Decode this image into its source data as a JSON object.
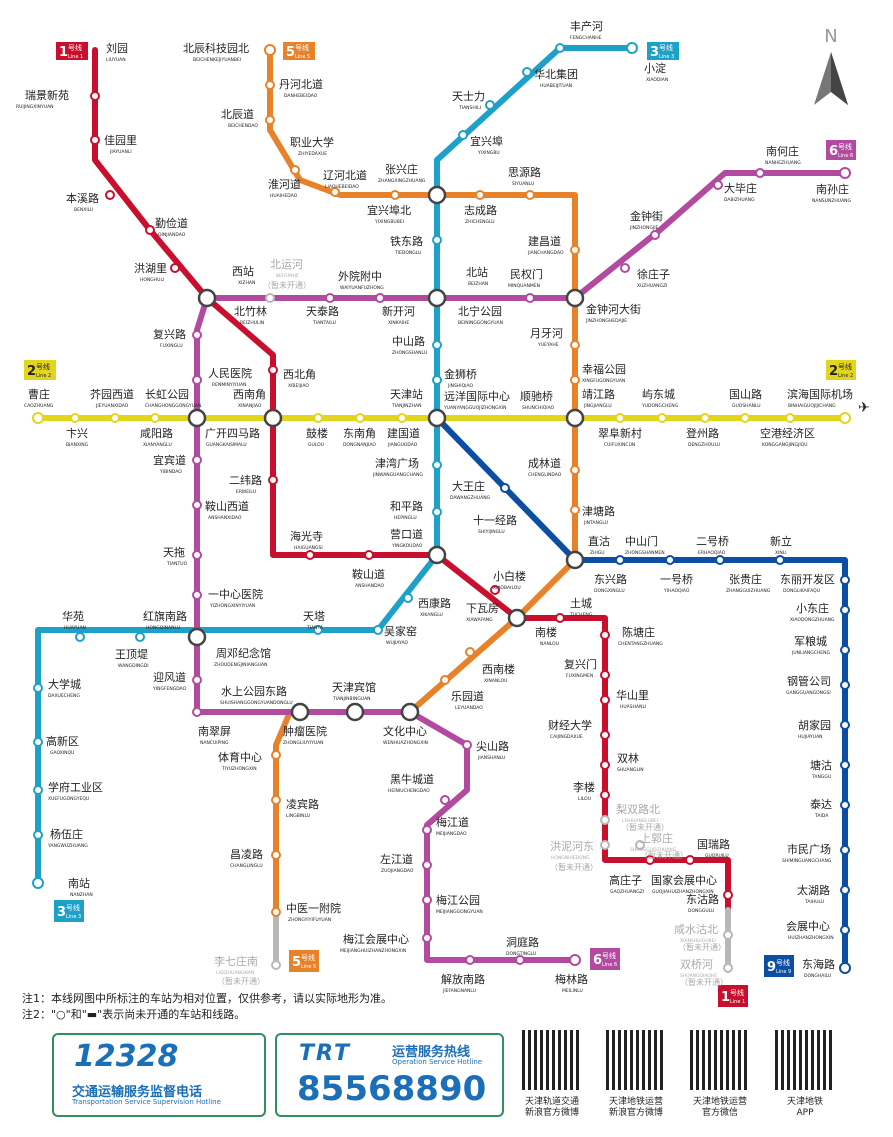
{
  "compass": "N",
  "colors": {
    "line1": "#c8102e",
    "line2": "#e2d61c",
    "line3": "#1ea1c8",
    "line5": "#e8822a",
    "line6": "#b24aa0",
    "line9": "#0c4ea2",
    "inactive": "#b8b8b8"
  },
  "line_badges": [
    {
      "id": "l1a",
      "num": "1",
      "zh": "号线",
      "en": "Line 1",
      "color": "#c8102e"
    },
    {
      "id": "l5a",
      "num": "5",
      "zh": "号线",
      "en": "Line 5",
      "color": "#e8822a"
    },
    {
      "id": "l3a",
      "num": "3",
      "zh": "号线",
      "en": "Line 3",
      "color": "#1ea1c8"
    },
    {
      "id": "l6a",
      "num": "6",
      "zh": "号线",
      "en": "Line 6",
      "color": "#b24aa0"
    },
    {
      "id": "l2a",
      "num": "2",
      "zh": "号线",
      "en": "Line 2",
      "color": "#e2d61c"
    },
    {
      "id": "l2b",
      "num": "2",
      "zh": "号线",
      "en": "Line 2",
      "color": "#e2d61c"
    },
    {
      "id": "l3b",
      "num": "3",
      "zh": "号线",
      "en": "Line 3",
      "color": "#1ea1c8"
    },
    {
      "id": "l5b",
      "num": "5",
      "zh": "号线",
      "en": "Line 5",
      "color": "#e8822a"
    },
    {
      "id": "l6b",
      "num": "6",
      "zh": "号线",
      "en": "Line 6",
      "color": "#b24aa0"
    },
    {
      "id": "l9a",
      "num": "9",
      "zh": "号线",
      "en": "Line 9",
      "color": "#0c4ea2"
    },
    {
      "id": "l1b",
      "num": "1",
      "zh": "号线",
      "en": "Line 1",
      "color": "#c8102e"
    }
  ],
  "stations": [
    {
      "zh": "刘园",
      "en": "LIUYUAN"
    },
    {
      "zh": "瑞景新苑",
      "en": "RUIJINGXINYUAN"
    },
    {
      "zh": "佳园里",
      "en": "JIAYUANLI"
    },
    {
      "zh": "本溪路",
      "en": "BENXILU"
    },
    {
      "zh": "勤俭道",
      "en": "QINJIANDAO"
    },
    {
      "zh": "洪湖里",
      "en": "HONGHULI"
    },
    {
      "zh": "西站",
      "en": "XIZHAN"
    },
    {
      "zh": "北辰科技园北",
      "en": "BEICHENKEJIYUANBEI"
    },
    {
      "zh": "丹河北道",
      "en": "DANHEBEIDAO"
    },
    {
      "zh": "北辰道",
      "en": "BEICHENDAO"
    },
    {
      "zh": "职业大学",
      "en": "ZHIYEDAXUE"
    },
    {
      "zh": "淮河道",
      "en": "HUAIHEDAO"
    },
    {
      "zh": "辽河北道",
      "en": "LIAOHEBEIDAO"
    },
    {
      "zh": "张兴庄",
      "en": "ZHANGXINGZHUANG"
    },
    {
      "zh": "宜兴埠北",
      "en": "YIXINGBUBEI"
    },
    {
      "zh": "丰产河",
      "en": "FENGCHANHE"
    },
    {
      "zh": "小淀",
      "en": "XIAODIAN"
    },
    {
      "zh": "华北集团",
      "en": "HUABEIJITUAN"
    },
    {
      "zh": "天士力",
      "en": "TIANSHILI"
    },
    {
      "zh": "宜兴埠",
      "en": "YIXINGBU"
    },
    {
      "zh": "思源路",
      "en": "SIYUANLU"
    },
    {
      "zh": "志成路",
      "en": "ZHICHENGLU"
    },
    {
      "zh": "铁东路",
      "en": "TIEDONGLU"
    },
    {
      "zh": "建昌道",
      "en": "JIANCHANGDAO"
    },
    {
      "zh": "北站",
      "en": "BEIZHAN"
    },
    {
      "zh": "民权门",
      "en": "MINQUANMEN"
    },
    {
      "zh": "南何庄",
      "en": "NANHEZHUANG"
    },
    {
      "zh": "南孙庄",
      "en": "NANSUNZHUANG"
    },
    {
      "zh": "大毕庄",
      "en": "DABIZHUANG"
    },
    {
      "zh": "金钟街",
      "en": "JINZHONGJIE"
    },
    {
      "zh": "徐庄子",
      "en": "XUZHUANGZI"
    },
    {
      "zh": "金钟河大街",
      "en": "JINZHONGHEDAJIE"
    },
    {
      "zh": "北运河",
      "en": "BEIYUNHE"
    },
    {
      "zh": "（暂未开通）",
      "en": ""
    },
    {
      "zh": "外院附中",
      "en": "WAIYUANFUZHONG"
    },
    {
      "zh": "北竹林",
      "en": "BEIZHULIN"
    },
    {
      "zh": "天泰路",
      "en": "TIANTAILU"
    },
    {
      "zh": "新开河",
      "en": "XINKAIHE"
    },
    {
      "zh": "北宁公园",
      "en": "BEININGGONGYUAN"
    },
    {
      "zh": "中山路",
      "en": "ZHONGSHANLU"
    },
    {
      "zh": "月牙河",
      "en": "YUEYAHE"
    },
    {
      "zh": "复兴路",
      "en": "FUXINGLU"
    },
    {
      "zh": "西北角",
      "en": "XIBEIJIAO"
    },
    {
      "zh": "人民医院",
      "en": "RENMINYIYUAN"
    },
    {
      "zh": "西南角",
      "en": "XINANJIAO"
    },
    {
      "zh": "天津站",
      "en": "TIANJINZHAN"
    },
    {
      "zh": "金狮桥",
      "en": "JINSHIQIAO"
    },
    {
      "zh": "远洋国际中心",
      "en": "YUANYANGGUOJIZHONGXIN"
    },
    {
      "zh": "顺驰桥",
      "en": "SHUNCHIQIAO"
    },
    {
      "zh": "幸福公园",
      "en": "XINGFUGONGYUAN"
    },
    {
      "zh": "靖江路",
      "en": "JINGJIANGLU"
    },
    {
      "zh": "曹庄",
      "en": "CAOZHUANG"
    },
    {
      "zh": "芥园西道",
      "en": "JIEYUANXIDAO"
    },
    {
      "zh": "长虹公园",
      "en": "CHANGHONGGONGYUAN"
    },
    {
      "zh": "屿东城",
      "en": "YUDONGCHENG"
    },
    {
      "zh": "国山路",
      "en": "GUOSHANLU"
    },
    {
      "zh": "滨海国际机场",
      "en": "BINHAIGUOJIJICHANG"
    },
    {
      "zh": "卞兴",
      "en": "BIANXING"
    },
    {
      "zh": "咸阳路",
      "en": "XIANYANGLU"
    },
    {
      "zh": "广开四马路",
      "en": "GUANGKAISIMALU"
    },
    {
      "zh": "鼓楼",
      "en": "GULOU"
    },
    {
      "zh": "东南角",
      "en": "DONGNANJIAO"
    },
    {
      "zh": "建国道",
      "en": "JIANGUODAO"
    },
    {
      "zh": "翠阜新村",
      "en": "CUIFUXINCUN"
    },
    {
      "zh": "登州路",
      "en": "DENGZHOULU"
    },
    {
      "zh": "空港经济区",
      "en": "KONGGANGJINGJIQU"
    },
    {
      "zh": "宜宾道",
      "en": "YIBINDAO"
    },
    {
      "zh": "津湾广场",
      "en": "JINWANGUANGCHANG"
    },
    {
      "zh": "成林道",
      "en": "CHENGLINDAO"
    },
    {
      "zh": "二纬路",
      "en": "ERWEILU"
    },
    {
      "zh": "大王庄",
      "en": "DAWANGZHUANG"
    },
    {
      "zh": "鞍山西道",
      "en": "ANSHANXIDAO"
    },
    {
      "zh": "和平路",
      "en": "HEPINGLU"
    },
    {
      "zh": "十一经路",
      "en": "SHIYIJINGLU"
    },
    {
      "zh": "津塘路",
      "en": "JINTANGLU"
    },
    {
      "zh": "海光寺",
      "en": "HAIGUANGSI"
    },
    {
      "zh": "营口道",
      "en": "YINGKOUDAO"
    },
    {
      "zh": "天拖",
      "en": "TIANTUO"
    },
    {
      "zh": "直沽",
      "en": "ZHIGU"
    },
    {
      "zh": "中山门",
      "en": "ZHONGSHANMEN"
    },
    {
      "zh": "二号桥",
      "en": "ERHAOQIAO"
    },
    {
      "zh": "新立",
      "en": "XINLI"
    },
    {
      "zh": "鞍山道",
      "en": "ANSHANDAO"
    },
    {
      "zh": "小白楼",
      "en": "XIAOBAILOU"
    },
    {
      "zh": "东兴路",
      "en": "DONGXINGLU"
    },
    {
      "zh": "一号桥",
      "en": "YIHAOQIAO"
    },
    {
      "zh": "张贵庄",
      "en": "ZHANGGUIZHUANG"
    },
    {
      "zh": "东丽开发区",
      "en": "DONGLIKAIFAQU"
    },
    {
      "zh": "一中心医院",
      "en": "YIZHONGXINYIYUAN"
    },
    {
      "zh": "华苑",
      "en": "HUAYUAN"
    },
    {
      "zh": "红旗南路",
      "en": "HONGQINANLU"
    },
    {
      "zh": "天塔",
      "en": "TIANTA"
    },
    {
      "zh": "西康路",
      "en": "XIKANGLU"
    },
    {
      "zh": "下瓦房",
      "en": "XIAWAFANG"
    },
    {
      "zh": "土城",
      "en": "TUCHENG"
    },
    {
      "zh": "小东庄",
      "en": "XIAODONGZHUANG"
    },
    {
      "zh": "王顶堤",
      "en": "WANGDINGDI"
    },
    {
      "zh": "吴家窑",
      "en": "WUJIAYAO"
    },
    {
      "zh": "南楼",
      "en": "NANLOU"
    },
    {
      "zh": "陈塘庄",
      "en": "CHENTANGZHUANG"
    },
    {
      "zh": "周邓纪念馆",
      "en": "ZHOUDENGJINIANGUAN"
    },
    {
      "zh": "军粮城",
      "en": "JUNLIANGCHENG"
    },
    {
      "zh": "迎风道",
      "en": "YINGFENGDAO"
    },
    {
      "zh": "复兴门",
      "en": "FUXINGMEN"
    },
    {
      "zh": "西南楼",
      "en": "XINANLOU"
    },
    {
      "zh": "大学城",
      "en": "DAXUECHENG"
    },
    {
      "zh": "天津宾馆",
      "en": "TIANJINBINGUAN"
    },
    {
      "zh": "水上公园东路",
      "en": "SHUISHANGGONGYUANDONGLU"
    },
    {
      "zh": "乐园道",
      "en": "LEYUANDAO"
    },
    {
      "zh": "华山里",
      "en": "HUASHANLI"
    },
    {
      "zh": "钢管公司",
      "en": "GANGGUANGONGSI"
    },
    {
      "zh": "南翠屏",
      "en": "NANCUIPING"
    },
    {
      "zh": "肿瘤医院",
      "en": "ZHONGLIUYIYUAN"
    },
    {
      "zh": "文化中心",
      "en": "WENHUAZHONGXIN"
    },
    {
      "zh": "尖山路",
      "en": "JIANSHANLU"
    },
    {
      "zh": "财经大学",
      "en": "CAIJINGDAXUE"
    },
    {
      "zh": "胡家园",
      "en": "HUJIAYUAN"
    },
    {
      "zh": "高新区",
      "en": "GAOXINQU"
    },
    {
      "zh": "体育中心",
      "en": "TIYUZHONGXIN"
    },
    {
      "zh": "双林",
      "en": "SHUANGLIN"
    },
    {
      "zh": "黑牛城道",
      "en": "HEINIUCHENGDAO"
    },
    {
      "zh": "塘沽",
      "en": "TANGGU"
    },
    {
      "zh": "学府工业区",
      "en": "XUEFUGONGYEQU"
    },
    {
      "zh": "李楼",
      "en": "LILOU"
    },
    {
      "zh": "泰达",
      "en": "TAIDA"
    },
    {
      "zh": "凌宾路",
      "en": "LINGBINLU"
    },
    {
      "zh": "梅江道",
      "en": "MEIJIANGDAO"
    },
    {
      "zh": "梨双路北",
      "en": "LISHUANGLUBEI"
    },
    {
      "zh": "（暂未开通）",
      "en": ""
    },
    {
      "zh": "杨伍庄",
      "en": "YANGWUZHUANG"
    },
    {
      "zh": "洪泥河东",
      "en": "HONGNIHEDONG"
    },
    {
      "zh": "（暂未开通）",
      "en": ""
    },
    {
      "zh": "上郭庄",
      "en": "SHANGGUOZHUANG"
    },
    {
      "zh": "（暂未开通）",
      "en": ""
    },
    {
      "zh": "国瑞路",
      "en": "GUORUILU"
    },
    {
      "zh": "市民广场",
      "en": "SHIMINGUANGCHANG"
    },
    {
      "zh": "昌凌路",
      "en": "CHANGLINGLU"
    },
    {
      "zh": "左江道",
      "en": "ZUOJIANGDAO"
    },
    {
      "zh": "高庄子",
      "en": "GAOZHUANGZI"
    },
    {
      "zh": "国家会展中心",
      "en": "GUOJIAHUIZHANZHONGXIN"
    },
    {
      "zh": "东沽路",
      "en": "DONGGULU"
    },
    {
      "zh": "太湖路",
      "en": "TAIHULU"
    },
    {
      "zh": "南站",
      "en": "NANZHAN"
    },
    {
      "zh": "中医一附院",
      "en": "ZHONGYIYIFUYUAN"
    },
    {
      "zh": "梅江公园",
      "en": "MEIJIANGGONGYUAN"
    },
    {
      "zh": "咸水沽北",
      "en": "XIANSHUIGUBEI"
    },
    {
      "zh": "（暂未开通）",
      "en": ""
    },
    {
      "zh": "会展中心",
      "en": "HUIZHANZHONGXIN"
    },
    {
      "zh": "洞庭路",
      "en": "DONGTINGLU"
    },
    {
      "zh": "双桥河",
      "en": "SHUANGQIAOHE"
    },
    {
      "zh": "（暂未开通）",
      "en": ""
    },
    {
      "zh": "李七庄南",
      "en": "LIQIZHUANGNAN"
    },
    {
      "zh": "（暂未开通）",
      "en": ""
    },
    {
      "zh": "梅江会展中心",
      "en": "MEIJIANGHUIZHANZHONGXIN"
    },
    {
      "zh": "东海路",
      "en": "DONGHAILU"
    },
    {
      "zh": "解放南路",
      "en": "JIEFANGNANLU"
    },
    {
      "zh": "梅林路",
      "en": "MEILINLU"
    }
  ],
  "notes": [
    "注1：本线网图中所标注的车站为相对位置，仅供参考，请以实际地形为准。",
    "注2：\"○\"和\"▬\"表示尚未开通的车站和线路。"
  ],
  "hotline_transport": {
    "number": "12328",
    "zh": "交通运输服务监督电话",
    "en": "Transportation Service Supervision Hotline"
  },
  "hotline_trt": {
    "logo": "TRT",
    "zh": "运营服务热线",
    "en": "Operation Service Hotline",
    "number": "85568890"
  },
  "qr_codes": [
    {
      "line1": "天津轨道交通",
      "line2": "新浪官方微博"
    },
    {
      "line1": "天津地铁运营",
      "line2": "新浪官方微博"
    },
    {
      "line1": "天津地铁运营",
      "line2": "官方微信"
    },
    {
      "line1": "天津地铁",
      "line2": "APP"
    }
  ]
}
